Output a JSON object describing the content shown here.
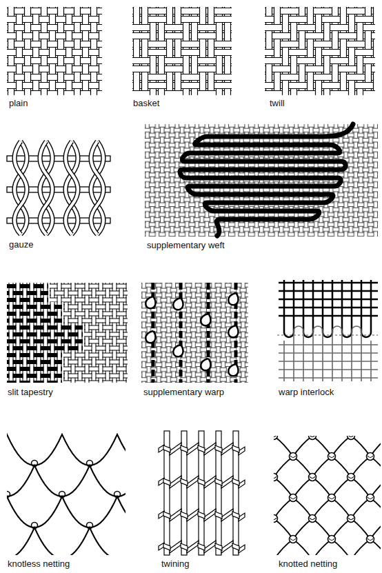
{
  "diagram": {
    "labels": [
      "plain",
      "basket",
      "twill",
      "gauze",
      "supplementary weft",
      "slit tapestry",
      "supplementary warp",
      "warp interlock",
      "knotless netting",
      "twining",
      "knotted netting"
    ]
  }
}
